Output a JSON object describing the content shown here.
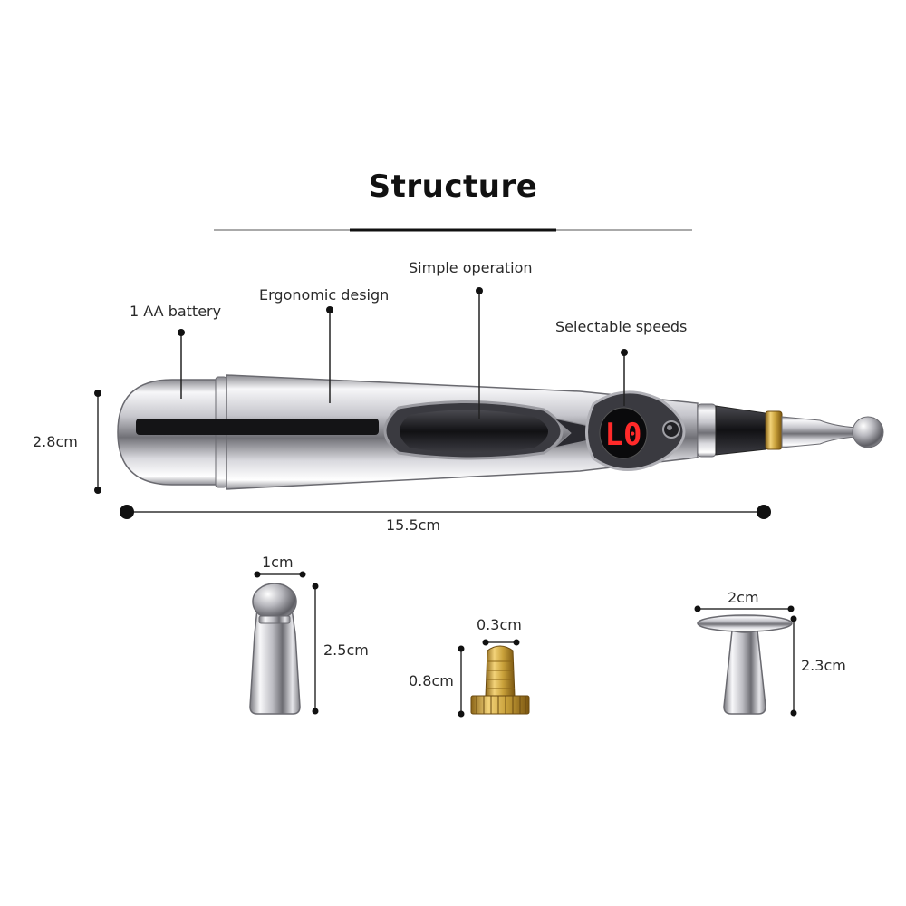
{
  "title": "Structure",
  "callouts": {
    "battery": "1 AA battery",
    "ergonomic": "Ergonomic design",
    "operation": "Simple operation",
    "speeds": "Selectable speeds"
  },
  "display_reading": "L0",
  "dimensions": {
    "pen_height": "2.8cm",
    "pen_length": "15.5cm",
    "ball_head_width": "1cm",
    "ball_head_height": "2.5cm",
    "needle_tip_width": "0.3cm",
    "needle_tip_height": "0.8cm",
    "flat_head_width": "2cm",
    "flat_head_height": "2.3cm"
  },
  "colors": {
    "display_red": "#ff2a2a",
    "brass": "#c9a13a",
    "chrome_dark": "#6e6e74",
    "chrome_light": "#f4f4f6"
  }
}
